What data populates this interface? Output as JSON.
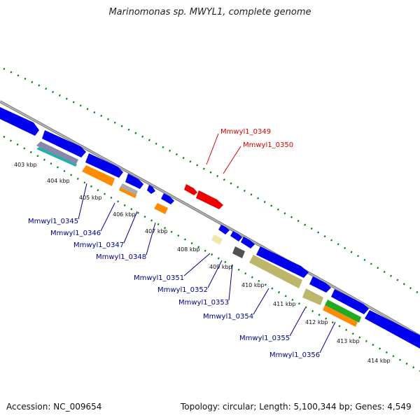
{
  "title": "Marinomonas sp. MWYL1, complete genome",
  "footer": {
    "accession": "Accession: NC_009654",
    "topology": "Topology: circular; Length: 5,100,344 bp; Genes: 4,549"
  },
  "colors": {
    "backbone": "#808080",
    "forward_gene": "#0000ee",
    "reverse_gene": "#0000ee",
    "highlight_label": "#dd0000",
    "gene_label": "#00008b",
    "tick": "#008000",
    "orange": "#ff8c00",
    "khaki": "#bdb76b",
    "pale": "#eee8aa",
    "dark_gray": "#505050",
    "green": "#22aa22",
    "red": "#ee0000",
    "purple_gray": "#8888aa",
    "cyan": "#20b2aa"
  },
  "scale_labels": [
    "403 kbp",
    "404 kbp",
    "405 kbp",
    "406 kbp",
    "407 kbp",
    "408 kbp",
    "409 kbp",
    "410 kbp",
    "411 kbp",
    "412 kbp",
    "413 kbp",
    "414 kbp"
  ],
  "gene_labels": {
    "top": [
      {
        "name": "Mmwyl1_0349",
        "color": "red"
      },
      {
        "name": "Mmwyl1_0350",
        "color": "red"
      }
    ],
    "bottom": [
      {
        "name": "Mmwyl1_0345"
      },
      {
        "name": "Mmwyl1_0346"
      },
      {
        "name": "Mmwyl1_0347"
      },
      {
        "name": "Mmwyl1_0348"
      },
      {
        "name": "Mmwyl1_0351"
      },
      {
        "name": "Mmwyl1_0352"
      },
      {
        "name": "Mmwyl1_0353"
      },
      {
        "name": "Mmwyl1_0354"
      },
      {
        "name": "Mmwyl1_0355"
      },
      {
        "name": "Mmwyl1_0356"
      }
    ]
  }
}
